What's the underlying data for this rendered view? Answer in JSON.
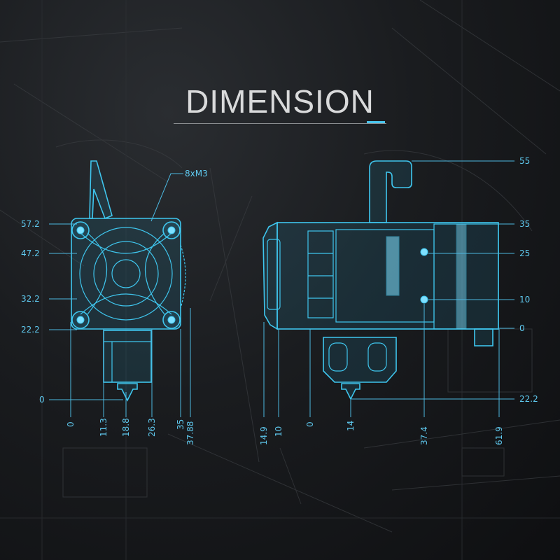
{
  "title": "DIMENSION",
  "front_view": {
    "callout": "8xM3",
    "left_labels": [
      "57.2",
      "47.2",
      "32.2",
      "22.2",
      "0"
    ],
    "bottom_labels": [
      "0",
      "11.3",
      "18.8",
      "26.3",
      "35",
      "37.88"
    ]
  },
  "side_view": {
    "right_labels": [
      "55",
      "35",
      "25",
      "10",
      "0",
      "22.2"
    ],
    "bottom_labels": [
      "14.9",
      "10",
      "0",
      "14",
      "37.4",
      "61.9"
    ]
  },
  "colors": {
    "line": "#3fc6ee",
    "text": "#5fc9ef",
    "title": "#d9dadb",
    "accent": "#49c6ef",
    "background": "#16181b"
  }
}
